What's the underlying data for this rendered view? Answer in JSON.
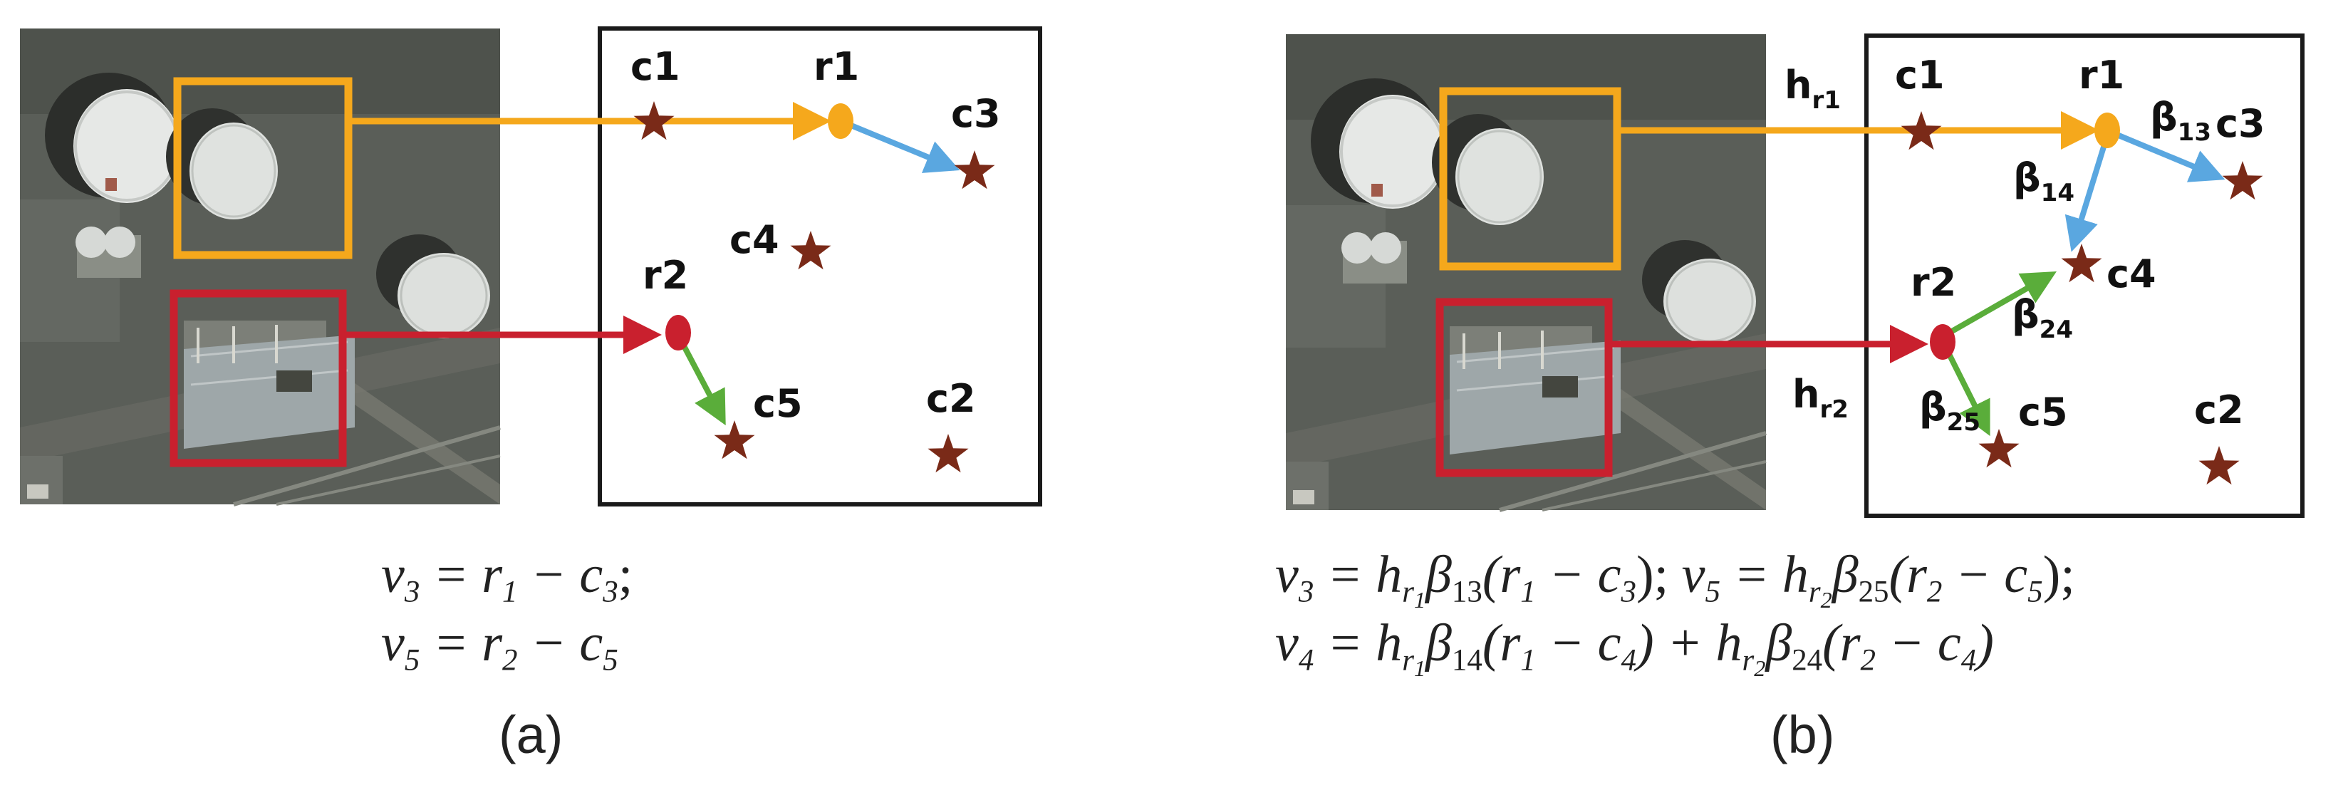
{
  "panel_a": {
    "caption": "(a)",
    "nodes": {
      "c1": "c1",
      "c2": "c2",
      "c3": "c3",
      "c4": "c4",
      "c5": "c5",
      "r1": "r1",
      "r2": "r2"
    },
    "formula_line1": [
      "v",
      "3",
      " = r",
      "1",
      " − c",
      "3",
      ";"
    ],
    "formula_line2": [
      "v",
      "5",
      " = r",
      "2",
      " − c",
      "5"
    ]
  },
  "panel_b": {
    "caption": "(b)",
    "nodes": {
      "c1": "c1",
      "c2": "c2",
      "c3": "c3",
      "c4": "c4",
      "c5": "c5",
      "r1": "r1",
      "r2": "r2"
    },
    "edge_labels": {
      "h_r1": {
        "main": "h",
        "sub": "r1"
      },
      "h_r2": {
        "main": "h",
        "sub": "r2"
      },
      "beta13": {
        "main": "β",
        "sub": "13"
      },
      "beta14": {
        "main": "β",
        "sub": "14"
      },
      "beta24": {
        "main": "β",
        "sub": "24"
      },
      "beta25": {
        "main": "β",
        "sub": "25"
      }
    },
    "formula_line1": {
      "v": "v",
      "v_sub": "3",
      "eq": " = h",
      "h_sub": "r",
      "h_sub2": "1",
      "beta": "β",
      "beta_sub": "13",
      "paren": "(r",
      "r_sub": "1",
      "minus": " − c",
      "c_sub": "3",
      "close": ");",
      "v2": "  v",
      "v2_sub": "5",
      "eq2": " = h",
      "h2_sub": "r",
      "h2_sub2": "2",
      "beta2": "β",
      "beta2_sub": "25",
      "paren2": "(r",
      "r2_sub": "2",
      "minus2": " − c",
      "c2_sub": "5",
      "close2": ");"
    },
    "formula_line2": {
      "v": "v",
      "v_sub": "4",
      "eq": " = h",
      "h_sub": "r",
      "h_sub2": "1",
      "beta": "β",
      "beta_sub": "14",
      "paren": "(r",
      "r_sub": "1",
      "minus": " − c",
      "c_sub": "4",
      "plus": ") + h",
      "h2_sub": "r",
      "h2_sub2": "2",
      "beta2": "β",
      "beta2_sub": "24",
      "paren2": "(r",
      "r2_sub": "2",
      "minus2": " − c",
      "c2_sub": "4",
      "close2": ")"
    }
  },
  "colors": {
    "orange": "#f5a81c",
    "red": "#c9202e",
    "blue": "#5aa7e0",
    "green": "#5aad3a",
    "star": "#7a2a18",
    "frame": "#1a1a1a"
  }
}
